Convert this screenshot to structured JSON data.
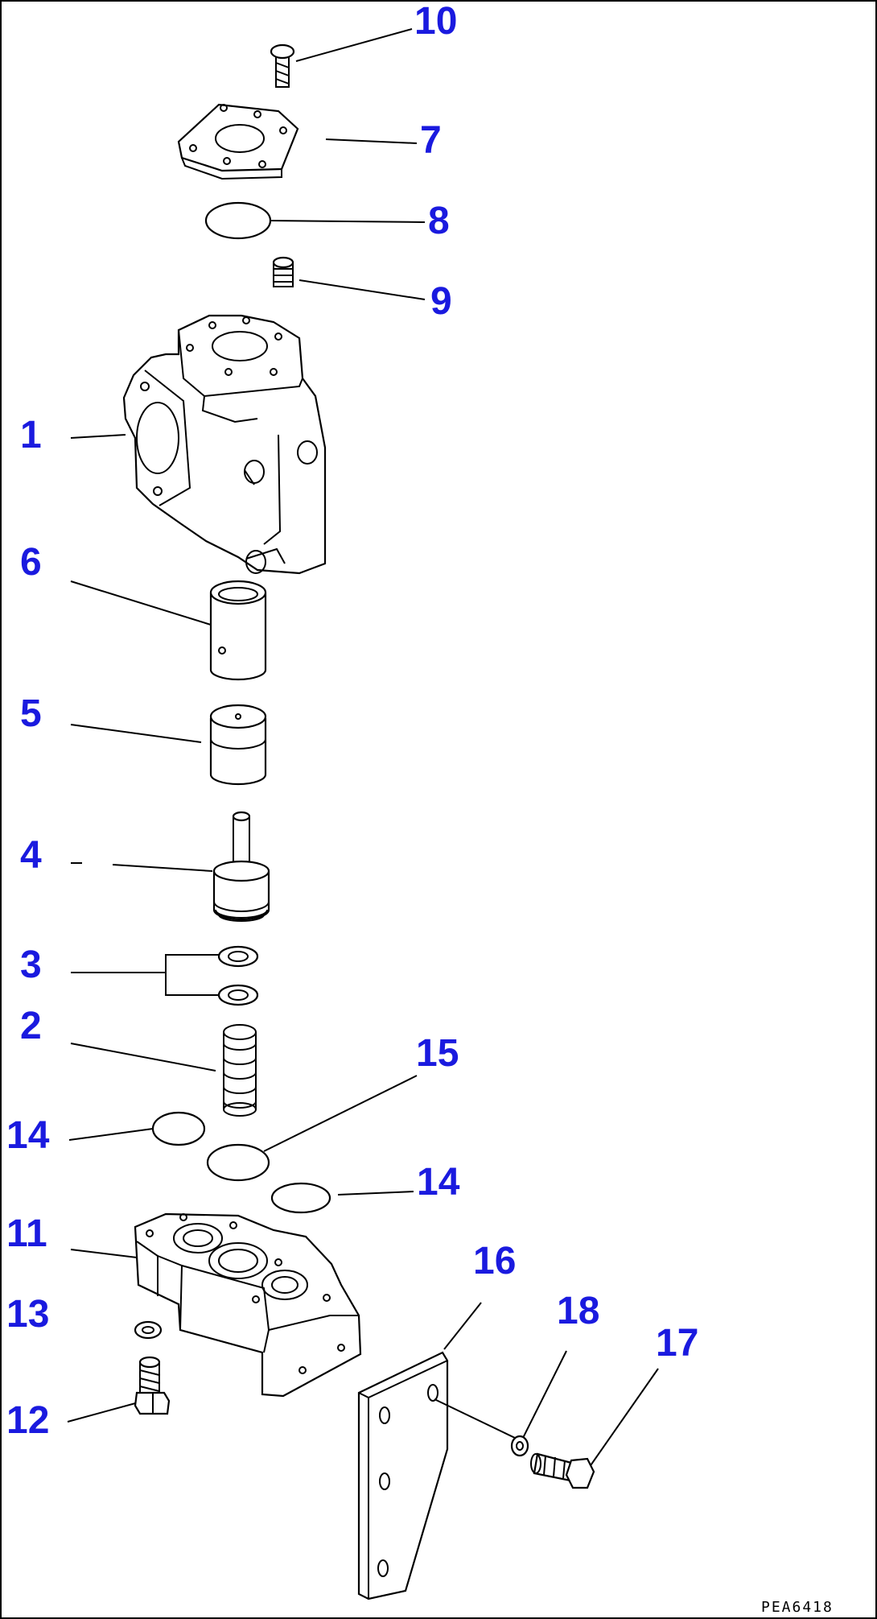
{
  "drawing_code": "PEA6418",
  "callouts": [
    {
      "id": "c10",
      "text": "10"
    },
    {
      "id": "c7",
      "text": "7"
    },
    {
      "id": "c8",
      "text": "8"
    },
    {
      "id": "c9",
      "text": "9"
    },
    {
      "id": "c1",
      "text": "1"
    },
    {
      "id": "c6",
      "text": "6"
    },
    {
      "id": "c5",
      "text": "5"
    },
    {
      "id": "c4",
      "text": "4"
    },
    {
      "id": "c3",
      "text": "3"
    },
    {
      "id": "c2",
      "text": "2"
    },
    {
      "id": "c15",
      "text": "15"
    },
    {
      "id": "c14a",
      "text": "14"
    },
    {
      "id": "c14b",
      "text": "14"
    },
    {
      "id": "c11",
      "text": "11"
    },
    {
      "id": "c16",
      "text": "16"
    },
    {
      "id": "c18",
      "text": "18"
    },
    {
      "id": "c17",
      "text": "17"
    },
    {
      "id": "c13",
      "text": "13"
    },
    {
      "id": "c12",
      "text": "12"
    }
  ]
}
